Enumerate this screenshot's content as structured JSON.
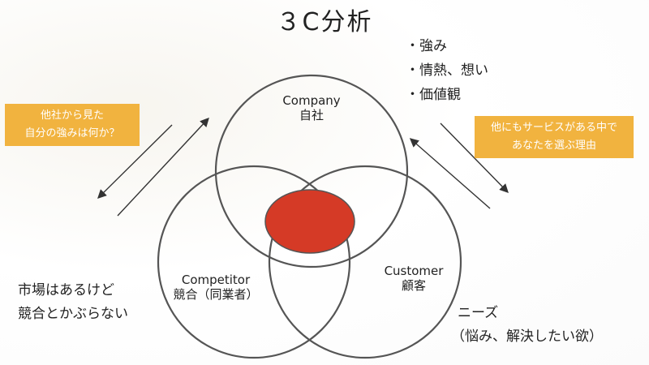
{
  "title": "３C分析",
  "bullets": [
    "・強み",
    "・情熱、想い",
    "・価値観"
  ],
  "circles": {
    "company": {
      "en": "Company",
      "jp": "自社"
    },
    "competitor": {
      "en": "Competitor",
      "jp": "競合（同業者）"
    },
    "customer": {
      "en": "Customer",
      "jp": "顧客"
    }
  },
  "left_callout": {
    "line1": "他社から見た",
    "line2": "自分の強みは何か？"
  },
  "right_callout": {
    "line1": "他にもサービスがある中で",
    "line2": "あなたを選ぶ理由"
  },
  "competitor_note": {
    "line1": "市場はあるけど",
    "line2": "競合とかぶらない"
  },
  "customer_note": {
    "line1": "ニーズ",
    "line2": "（悩み、解決したい欲）"
  },
  "colors": {
    "center_highlight": "#d53a26",
    "callout": "#f1b33f",
    "circle_stroke": "#555555"
  }
}
